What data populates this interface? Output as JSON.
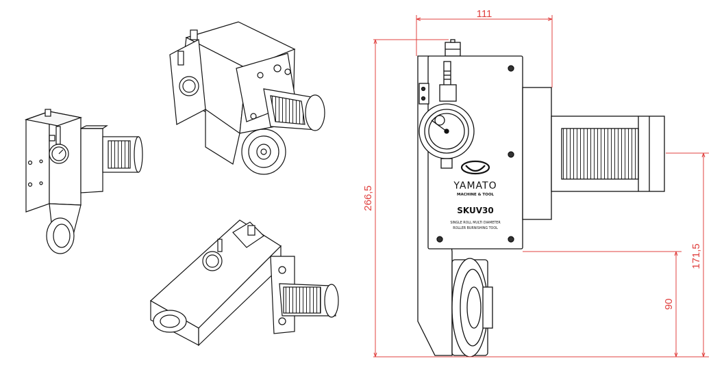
{
  "dimensions": {
    "width_top": "111",
    "height_total": "266,5",
    "height_shank": "171,5",
    "height_lower": "90"
  },
  "front_plate": {
    "brand_name": "YAMATO",
    "brand_sub": "MACHINE & TOOL",
    "model": "SKUV30",
    "description_line1": "SINGLE ROLL MULTI DIAMETER",
    "description_line2": "ROLLER BURNISHING TOOL"
  },
  "colors": {
    "dimension_line": "#e0413f",
    "outline": "#111111"
  }
}
